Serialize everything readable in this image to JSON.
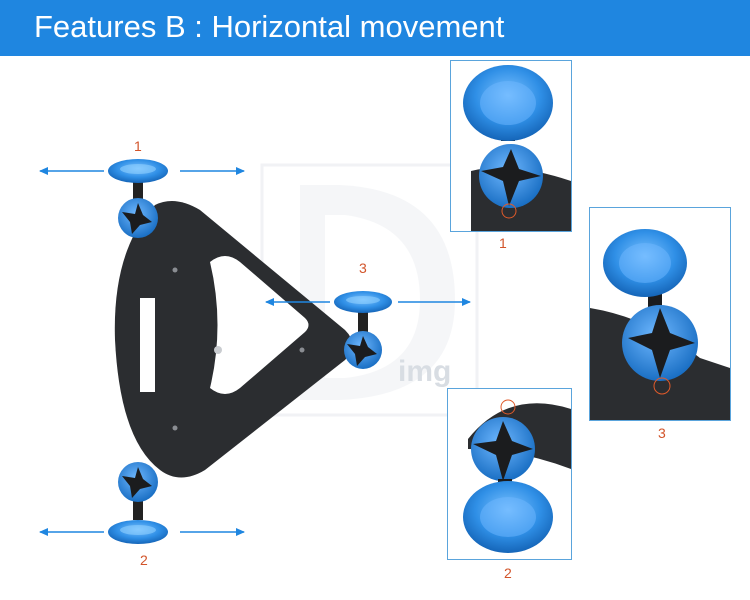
{
  "header": {
    "title": "Features B : Horizontal movement"
  },
  "main_diagram": {
    "labels": {
      "wheel_1": "1",
      "wheel_2": "2",
      "wheel_3": "3"
    }
  },
  "detail_views": [
    {
      "caption": "1"
    },
    {
      "caption": "3"
    },
    {
      "caption": "2"
    }
  ],
  "watermark": {
    "text": "img"
  },
  "colors": {
    "header_bg": "#1f86e0",
    "arrow": "#1f86e0",
    "number": "#d2542a",
    "wheel": "#2f8fe6",
    "plate": "#2b2d30",
    "detail_border": "#5aa4dc"
  }
}
